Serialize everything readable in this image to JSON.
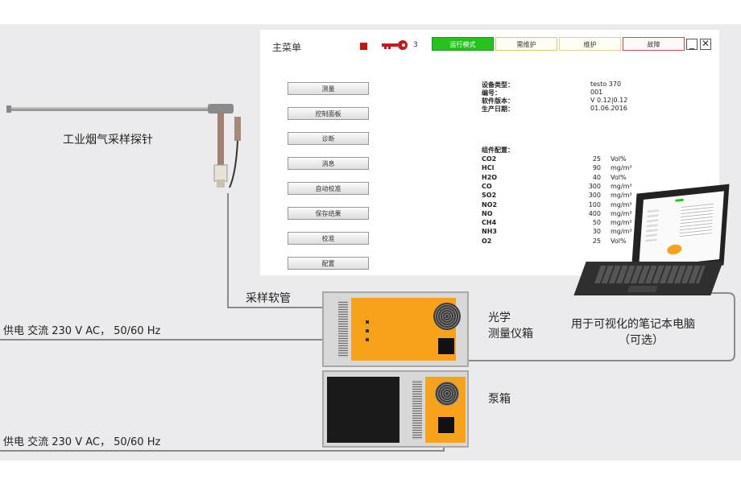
{
  "window": {
    "title": "主菜单",
    "key_count": "3",
    "mode_buttons": [
      "运行模式",
      "需维护",
      "维护",
      "故障"
    ],
    "minimize": "_",
    "close": "✕"
  },
  "menu": [
    "测量",
    "控制面板",
    "诊断",
    "消息",
    "自动校准",
    "保存结果",
    "校准",
    "配置"
  ],
  "device_info": {
    "labels": [
      "设备类型：",
      "编号：",
      "软件版本：",
      "生产日期："
    ],
    "values": [
      "testo 370",
      "001",
      "V 0.12|0.12",
      "01.06.2016"
    ]
  },
  "components": {
    "title": "组件配置：",
    "rows": [
      {
        "name": "CO2",
        "value": "25",
        "unit": "Vol%"
      },
      {
        "name": "HCl",
        "value": "90",
        "unit": "mg/m³"
      },
      {
        "name": "H2O",
        "value": "40",
        "unit": "Vol%"
      },
      {
        "name": "CO",
        "value": "300",
        "unit": "mg/m³"
      },
      {
        "name": "SO2",
        "value": "300",
        "unit": "mg/m³"
      },
      {
        "name": "NO2",
        "value": "100",
        "unit": "mg/m³"
      },
      {
        "name": "NO",
        "value": "400",
        "unit": "mg/m³"
      },
      {
        "name": "CH4",
        "value": "50",
        "unit": "mg/m³"
      },
      {
        "name": "NH3",
        "value": "30",
        "unit": "mg/m³"
      },
      {
        "name": "O2",
        "value": "25",
        "unit": "Vol%"
      }
    ]
  },
  "labels": {
    "probe": "工业烟气采样探针",
    "hose": "采样软管",
    "power1": "供电 交流 230 V AC， 50/60 Hz",
    "power2": "供电 交流 230 V AC， 50/60 Hz",
    "optical_1": "光学",
    "optical_2": "测量仪箱",
    "pump": "泵箱",
    "laptop_1": "用于可视化的笔记本电脑",
    "laptop_2": "（可选）"
  },
  "colors": {
    "run_mode": "#23c41e",
    "fault_border": "#d24a4a",
    "device_orange": "#f7a21b",
    "stop_indicator": "#cc1111"
  }
}
